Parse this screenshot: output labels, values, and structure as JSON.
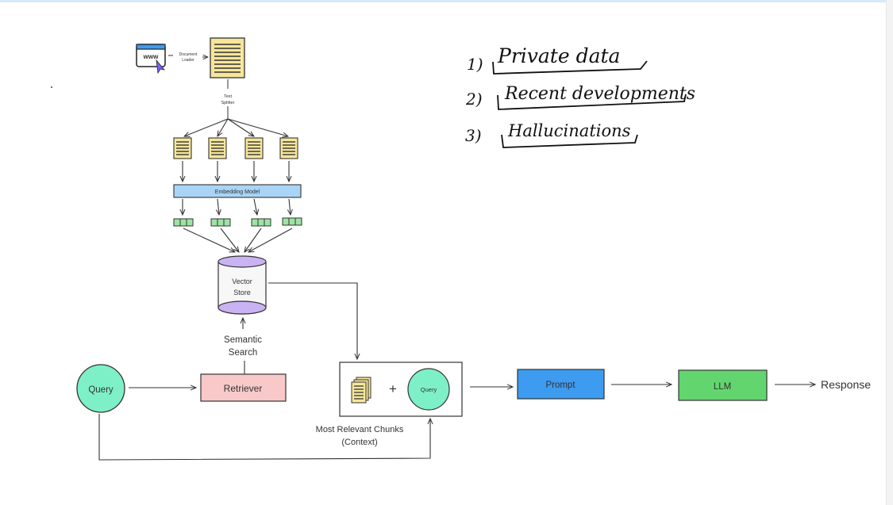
{
  "diagram": {
    "document_loader_label": [
      "Document",
      "Loader"
    ],
    "text_splitter_label": [
      "Text",
      "Splitter"
    ],
    "web_icon_text": "www",
    "embedding_model_label": "Embedding Model",
    "vector_store_label": [
      "Vector",
      "Store"
    ],
    "semantic_search_label": [
      "Semantic",
      "Search"
    ],
    "query_label": "Query",
    "retriever_label": "Retriever",
    "plus_label": "+",
    "context_query_label": "Query",
    "context_caption": [
      "Most Relevant Chunks",
      "(Context)"
    ],
    "prompt_label": "Prompt",
    "llm_label": "LLM",
    "response_label": "Response"
  },
  "notes": [
    {
      "number": "1)",
      "text": "Private data"
    },
    {
      "number": "2)",
      "text": "Recent developments"
    },
    {
      "number": "3)",
      "text": "Hallucinations"
    }
  ],
  "colors": {
    "doc_fill": "#f7e69a",
    "embedding_fill": "#a9d4f5",
    "vector_fill": "#f7f7f7",
    "vector_top": "#c9b3f2",
    "query_fill": "#7ef0c8",
    "retriever_fill": "#f9c9c9",
    "prompt_fill": "#3d9bf0",
    "llm_fill": "#63d56f",
    "vector_chip": "#9ee3a3"
  }
}
